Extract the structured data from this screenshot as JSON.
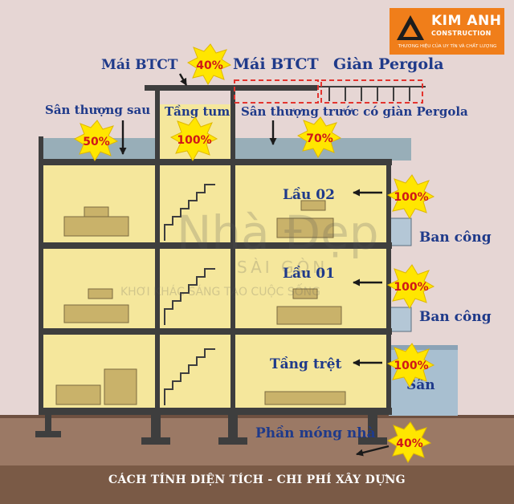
{
  "logo": {
    "name": "KIM ANH",
    "subtitle": "CONSTRUCTION",
    "tagline": "THƯƠNG HIỆU CỦA UY TÍN VÀ CHẤT LƯỢNG"
  },
  "labels": {
    "mai_btct_left": "Mái BTCT",
    "mai_btct_right": "Mái BTCT",
    "gian_pergola": "Giàn Pergola",
    "san_thuong_sau": "Sân thượng sau",
    "tang_tum": "Tầng tum",
    "san_thuong_truoc": "Sân thượng trước có giàn Pergola",
    "lau_02": "Lầu 02",
    "lau_01": "Lầu 01",
    "tang_tret": "Tầng trệt",
    "ban_cong_1": "Ban công",
    "ban_cong_2": "Ban công",
    "san": "Sân",
    "phan_mong": "Phần móng nhà"
  },
  "percentages": {
    "mai_btct": "40%",
    "san_thuong_sau": "50%",
    "tang_tum": "100%",
    "san_thuong_truoc": "70%",
    "lau_02": "100%",
    "lau_01": "100%",
    "tang_tret": "100%",
    "mong": "40%"
  },
  "watermark": {
    "name": "Nhà Đẹp",
    "city": "SÀI GÒN",
    "slogan": "KHƠI KHÁC SÁNG TẠO CUỘC SỐNG"
  },
  "caption": "CÁCH TÍNH DIỆN TÍCH - CHI PHÍ XÂY DỰNG",
  "colors": {
    "badge_fill": "#ffe600",
    "badge_text": "#d01818",
    "label": "#1f3a8a",
    "room": "#f5e79c",
    "roof": "#98aeb8",
    "ground": "#9b7965",
    "caption_bar": "#7a5a46",
    "logo_bg": "#f07e1a"
  }
}
